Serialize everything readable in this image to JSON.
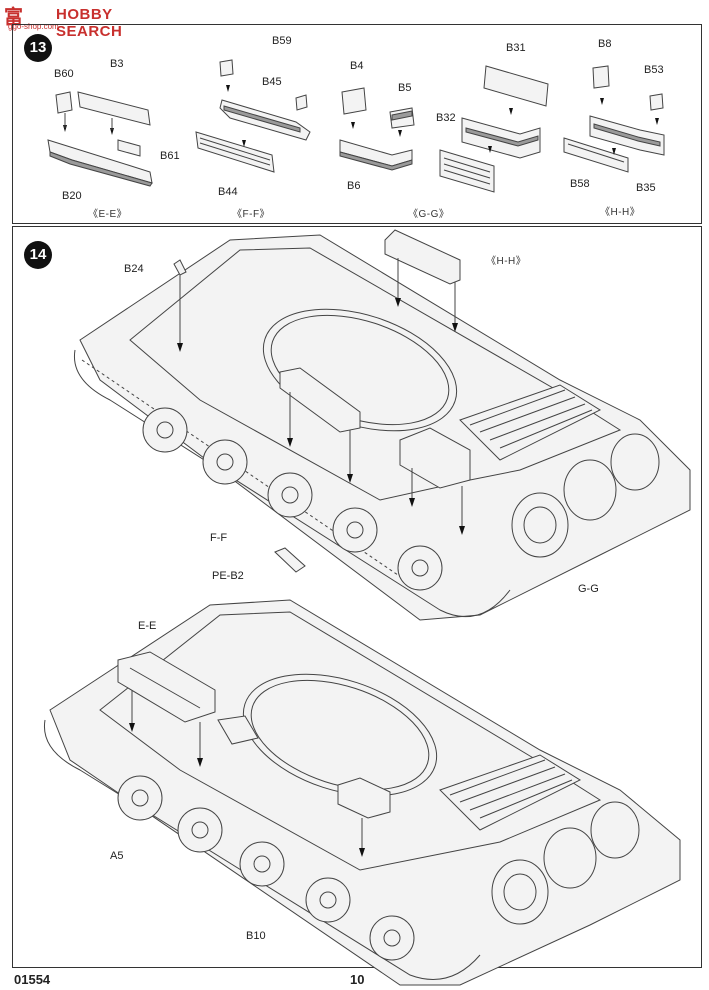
{
  "watermark": {
    "cn": "富",
    "brand": "HOBBY SEARCH",
    "url": "ggo-shop.com"
  },
  "step13": {
    "number": "13",
    "groups": [
      {
        "sub": "《E-E》",
        "parts": [
          "B60",
          "B3",
          "B61",
          "B20"
        ]
      },
      {
        "sub": "《F-F》",
        "parts": [
          "B59",
          "B45",
          "B44"
        ]
      },
      {
        "sub": "《G-G》",
        "parts": [
          "B4",
          "B5",
          "B6"
        ]
      },
      {
        "sub": "",
        "parts": [
          "B31",
          "B32"
        ]
      },
      {
        "sub": "《H-H》",
        "parts": [
          "B8",
          "B53",
          "B58",
          "B35"
        ]
      }
    ]
  },
  "step14": {
    "number": "14",
    "upper_labels": [
      "B24",
      "《H-H》",
      "F-F",
      "PE-B2",
      "G-G"
    ],
    "lower_labels": [
      "E-E",
      "A5",
      "B10"
    ]
  },
  "footer": {
    "code": "01554",
    "page": "10"
  }
}
